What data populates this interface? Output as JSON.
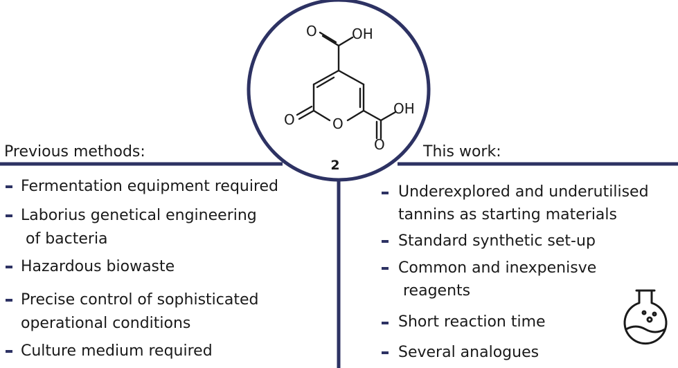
{
  "colors": {
    "navy": "#2d3263",
    "text": "#1a1a1a"
  },
  "compound": {
    "label": "2",
    "atoms": {
      "oh_top": "OH",
      "o_top": "O",
      "oh_right": "OH",
      "o_ring": "O",
      "o_left": "O",
      "o_bottom": "O"
    }
  },
  "previous": {
    "heading": "Previous methods:",
    "items": [
      {
        "lines": [
          "Fermentation equipment required"
        ]
      },
      {
        "lines": [
          "Laborius genetical engineering",
          " of bacteria"
        ]
      },
      {
        "lines": [
          "Hazardous biowaste"
        ]
      },
      {
        "lines": [
          "Precise control of sophisticated",
          "operational conditions"
        ]
      },
      {
        "lines": [
          "Culture medium required"
        ]
      }
    ]
  },
  "this_work": {
    "heading": "This work:",
    "items": [
      {
        "lines": [
          "Underexplored and underutilised",
          "tannins as starting materials"
        ]
      },
      {
        "lines": [
          "Standard synthetic set-up"
        ]
      },
      {
        "lines": [
          "Common and inexpenisve",
          " reagents"
        ]
      },
      {
        "lines": [
          "Short reaction time"
        ]
      },
      {
        "lines": [
          "Several analogues"
        ]
      }
    ]
  },
  "icons": {
    "flask": "flask-icon"
  }
}
